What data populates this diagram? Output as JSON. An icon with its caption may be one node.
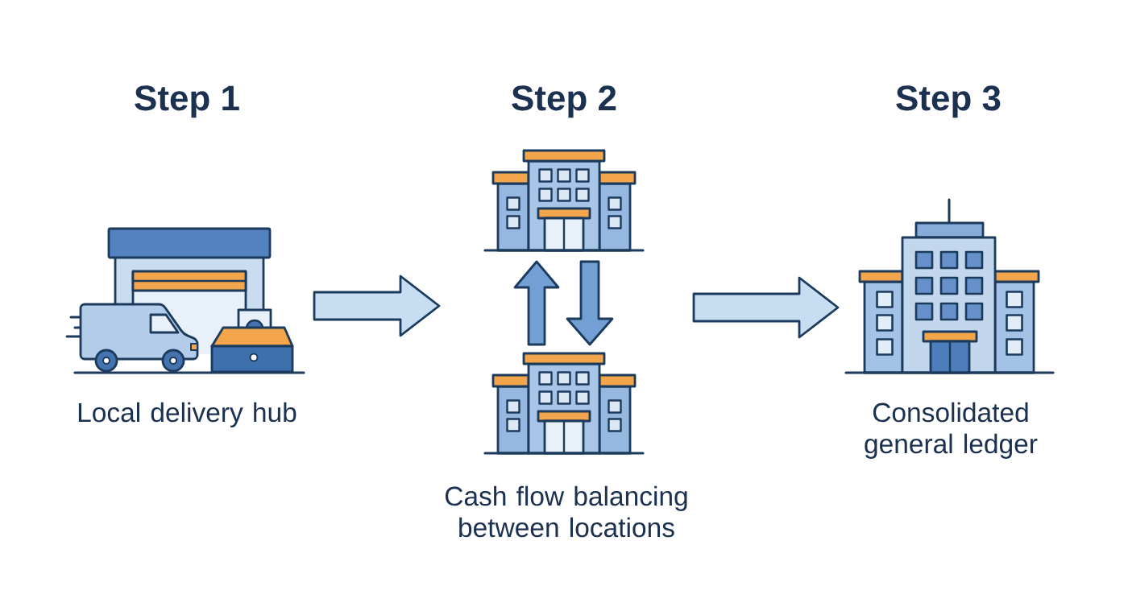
{
  "diagram": {
    "nodes": [
      {
        "text": [
          "Step 1",
          "Local delivery hub"
        ]
      },
      {
        "text": [],
        "shape": "picture",
        "in": 0
      },
      {
        "text": [
          "Step 2",
          "Cash flow balancing between locations"
        ]
      },
      {
        "text": [],
        "shape": "picture",
        "in": 2
      },
      {
        "text": [],
        "shape": "picture",
        "in": 2
      },
      {
        "text": [
          "Step 3",
          "Consolidated general ledger"
        ]
      },
      {
        "text": [],
        "shape": "picture",
        "in": 5
      }
    ],
    "edges": [
      {
        "from": 0,
        "to": 2,
        "arrow": "to"
      },
      {
        "from": 2,
        "to": 5,
        "arrow": "to"
      },
      {
        "from": 4,
        "to": 3,
        "arrow": "to"
      },
      {
        "from": 3,
        "to": 4,
        "arrow": "to"
      }
    ]
  }
}
